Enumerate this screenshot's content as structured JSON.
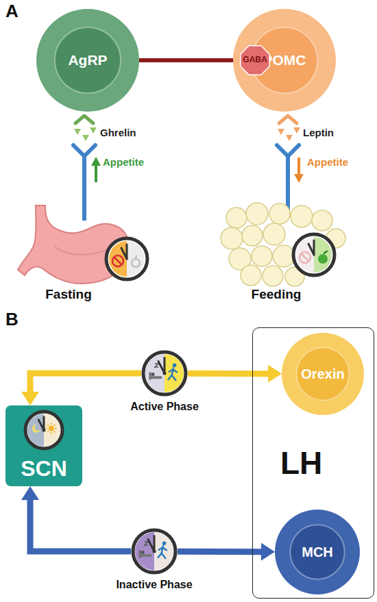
{
  "diagram": {
    "nodes": [
      {
        "text": [
          "AgRP"
        ]
      },
      {
        "text": [
          "GABA"
        ]
      },
      {
        "text": [
          "POMC"
        ]
      },
      {
        "text": [
          "Active Phase"
        ]
      },
      {
        "text": [
          "LH"
        ]
      },
      {
        "text": [
          "Orexin"
        ],
        "in": 4
      },
      {
        "text": [
          "SCN"
        ]
      },
      {
        "text": [
          "MCH"
        ],
        "in": 4
      },
      {
        "text": [
          "Inactive Phase"
        ]
      }
    ],
    "edges": [
      {
        "from": 0,
        "to": 1,
        "arrow": "to"
      },
      {
        "from": 3,
        "to": 5,
        "arrow": "to"
      },
      {
        "from": 3,
        "to": 6,
        "arrow": "to"
      },
      {
        "from": 8,
        "to": 7,
        "arrow": "to"
      },
      {
        "from": 8,
        "to": 6,
        "arrow": "to"
      }
    ],
    "labels": [
      "A",
      "Ghrelin",
      "Appetite",
      "Fasting",
      "Leptin",
      "Appetite",
      "Feeding",
      "B"
    ]
  }
}
